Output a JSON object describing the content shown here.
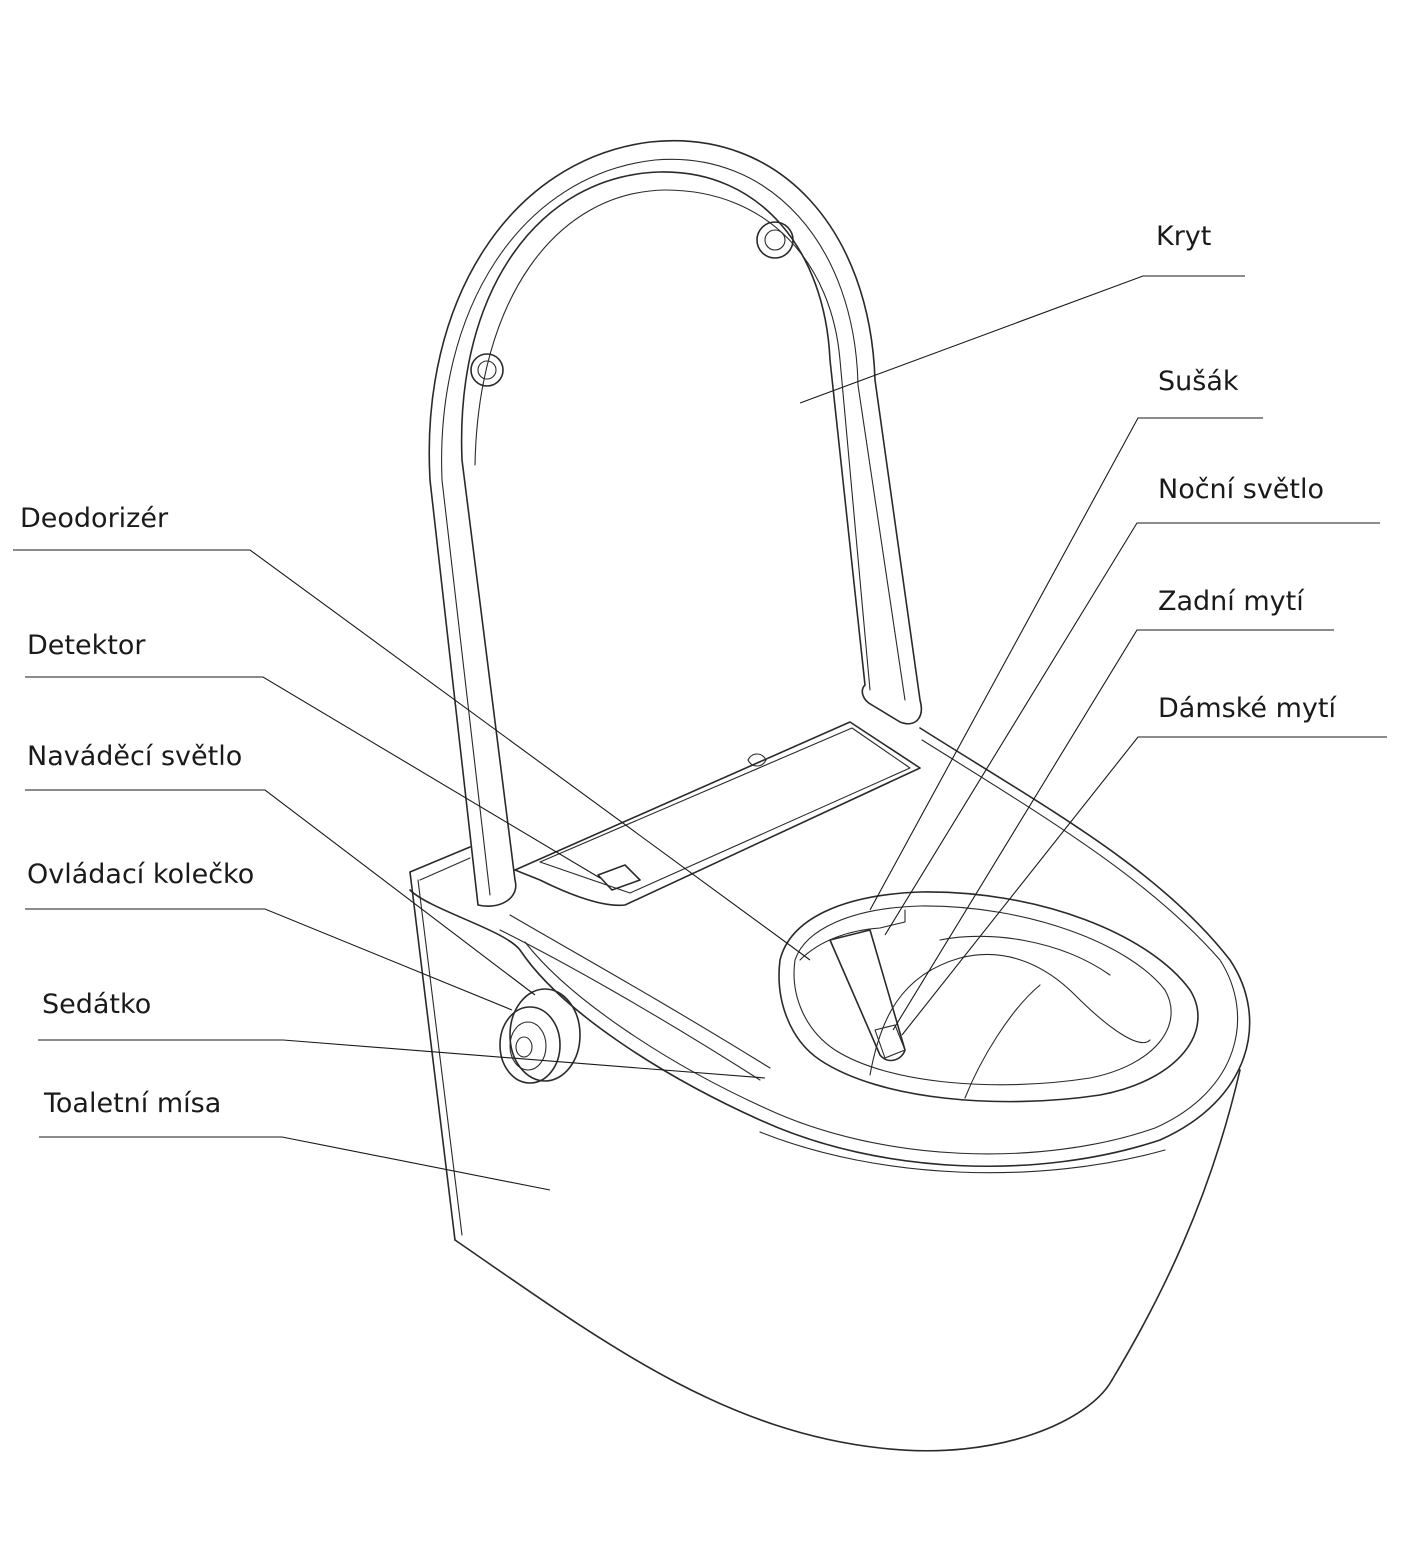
{
  "labels": {
    "kryt": "Kryt",
    "susak": "Sušák",
    "nocni_svetlo": "Noční světlo",
    "zadni_myti": "Zadní mytí",
    "damske_myti": "Dámské mytí",
    "deodorizer": "Deodorizér",
    "detektor": "Detektor",
    "navadeci_svetlo": "Naváděcí světlo",
    "ovladaci_kolecko": "Ovládací kolečko",
    "sedatko": "Sedátko",
    "toaletni_misa": "Toaletní mísa"
  },
  "colors": {
    "line": "#2a2a2a",
    "text": "#1a1a1a",
    "background": "#ffffff"
  }
}
